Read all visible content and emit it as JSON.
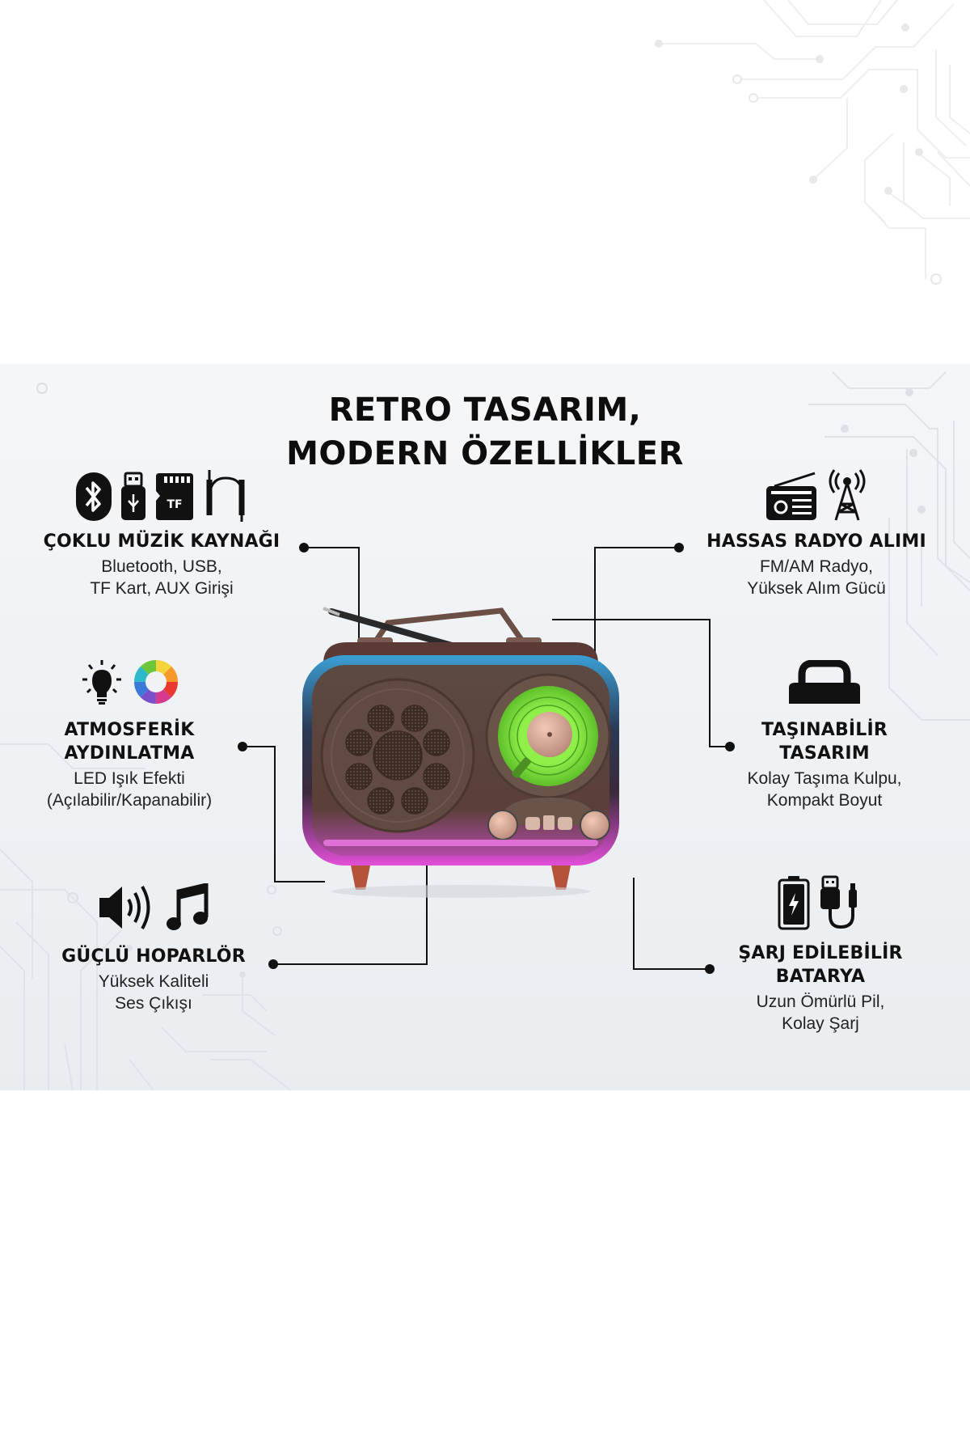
{
  "header": {
    "title_line1": "RETRO TASARIM,",
    "title_line2": "MODERN ÖZELLİKLER"
  },
  "features": [
    {
      "id": "multi-source",
      "title": "ÇOKLU MÜZİK KAYNAĞI",
      "desc_line1": "Bluetooth, USB,",
      "desc_line2": "TF Kart, AUX Girişi",
      "icons": [
        "bluetooth-icon",
        "usb-drive-icon",
        "tf-card-icon",
        "aux-cable-icon"
      ],
      "tf_label": "TF"
    },
    {
      "id": "radio",
      "title": "HASSAS RADYO ALIMI",
      "desc_line1": "FM/AM Radyo,",
      "desc_line2": "Yüksek Alım Gücü",
      "icons": [
        "radio-icon",
        "antenna-tower-icon"
      ]
    },
    {
      "id": "lighting",
      "title_line1": "ATMOSFERİK",
      "title_line2": "AYDINLATMA",
      "desc_line1": "LED Işık Efekti",
      "desc_line2": "(Açılabilir/Kapanabilir)",
      "icons": [
        "light-bulb-icon",
        "color-wheel-icon"
      ]
    },
    {
      "id": "portable",
      "title_line1": "TAŞINABİLİR",
      "title_line2": "TASARIM",
      "desc_line1": "Kolay Taşıma Kulpu,",
      "desc_line2": "Kompakt Boyut",
      "icons": [
        "carry-handle-icon"
      ]
    },
    {
      "id": "speaker",
      "title": "GÜÇLÜ HOPARLÖR",
      "desc_line1": "Yüksek Kaliteli",
      "desc_line2": "Ses Çıkışı",
      "icons": [
        "speaker-volume-icon",
        "music-note-icon"
      ]
    },
    {
      "id": "battery",
      "title_line1": "ŞARJ EDİLEBİLİR",
      "title_line2": "BATARYA",
      "desc_line1": "Uzun Ömürlü Pil,",
      "desc_line2": "Kolay Şarj",
      "icons": [
        "battery-charging-icon",
        "usb-cable-icon"
      ]
    }
  ],
  "product": {
    "name": "retro-radio-speaker",
    "colors": {
      "body": "#5a3f36",
      "led_top": "#3aa0d8",
      "led_bottom": "#e04fd6",
      "dial": "#7fe03a",
      "knob": "#d8a890",
      "feet": "#b5523a"
    }
  },
  "theme": {
    "panel_bg": "#eef1f4",
    "line_color": "#111111",
    "circuit_color": "#d9dde1"
  }
}
